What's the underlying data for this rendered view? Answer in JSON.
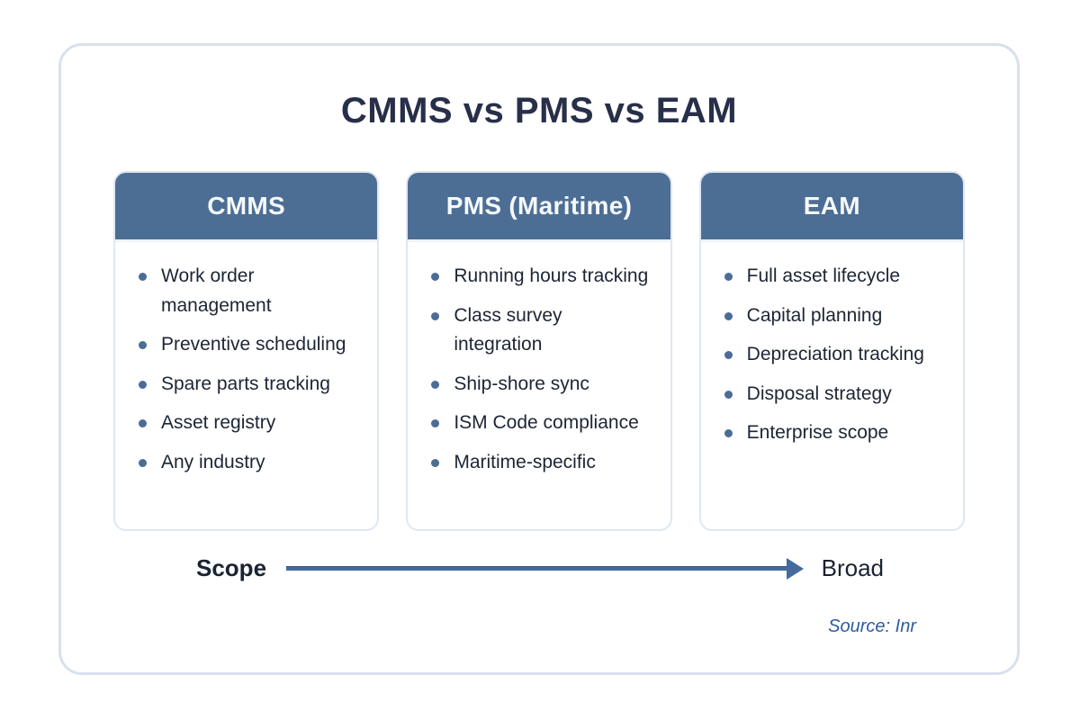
{
  "title": "CMMS vs PMS vs EAM",
  "columns": [
    {
      "header": "CMMS",
      "items": [
        "Work order management",
        "Preventive scheduling",
        "Spare parts tracking",
        "Asset registry",
        "Any industry"
      ]
    },
    {
      "header": "PMS (Maritime)",
      "items": [
        "Running hours tracking",
        "Class survey integration",
        "Ship-shore sync",
        "ISM Code compliance",
        "Maritime-specific"
      ]
    },
    {
      "header": "EAM",
      "items": [
        "Full asset lifecycle",
        "Capital planning",
        "Depreciation tracking",
        "Disposal strategy",
        "Enterprise scope"
      ]
    }
  ],
  "scope_axis": {
    "left_label": "Scope",
    "right_label": "Broad"
  },
  "source": "Source: Inr",
  "colors": {
    "header_bg": "#4d6e94",
    "bullet_dot": "#4a6c96",
    "arrow": "#466a9c",
    "title_text": "#272f49",
    "body_text": "#1d2534",
    "source_text": "#2e5c9e",
    "card_border": "#d8e0ed",
    "column_border": "#dfe7f3"
  }
}
